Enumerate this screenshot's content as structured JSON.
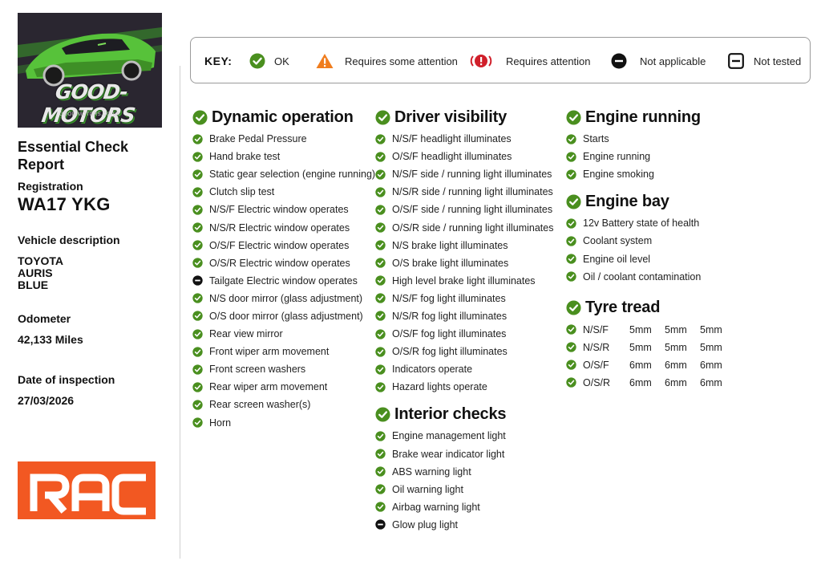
{
  "brand": {
    "logo_text": "GOOD-MOTORS",
    "logo_subtext": "GOOD-MOTORS.CO.UK",
    "rac_logo_text": "RAC",
    "accent_green": "#4a8f1f",
    "rac_orange": "#f25822"
  },
  "report": {
    "title": "Essential Check Report",
    "registration_label": "Registration",
    "registration": "WA17 YKG",
    "vehicle_label": "Vehicle description",
    "vehicle_lines": [
      "TOYOTA",
      "AURIS",
      "BLUE"
    ],
    "odometer_label": "Odometer",
    "odometer": "42,133 Miles",
    "date_label": "Date of inspection",
    "date": "27/03/2026"
  },
  "key": {
    "title": "KEY:",
    "items": [
      {
        "icon": "check-circle-icon",
        "label": "OK"
      },
      {
        "icon": "warning-triangle-icon",
        "label": "Requires some attention"
      },
      {
        "icon": "alert-circle-icon",
        "label": "Requires attention"
      },
      {
        "icon": "minus-circle-icon",
        "label": "Not applicable"
      },
      {
        "icon": "minus-square-icon",
        "label": "Not tested"
      }
    ]
  },
  "sections": {
    "dynamic": {
      "title": "Dynamic operation",
      "items": [
        {
          "label": "Brake Pedal Pressure",
          "status": "ok"
        },
        {
          "label": "Hand brake test",
          "status": "ok"
        },
        {
          "label": "Static gear selection (engine running)",
          "status": "ok"
        },
        {
          "label": "Clutch slip test",
          "status": "ok"
        },
        {
          "label": "N/S/F Electric window operates",
          "status": "ok"
        },
        {
          "label": "N/S/R Electric window operates",
          "status": "ok"
        },
        {
          "label": "O/S/F Electric window operates",
          "status": "ok"
        },
        {
          "label": "O/S/R Electric window operates",
          "status": "ok"
        },
        {
          "label": "Tailgate Electric window operates",
          "status": "na"
        },
        {
          "label": "N/S door mirror (glass adjustment)",
          "status": "ok"
        },
        {
          "label": "O/S door mirror (glass adjustment)",
          "status": "ok"
        },
        {
          "label": "Rear view mirror",
          "status": "ok"
        },
        {
          "label": "Front wiper arm movement",
          "status": "ok"
        },
        {
          "label": "Front screen washers",
          "status": "ok"
        },
        {
          "label": "Rear wiper arm movement",
          "status": "ok"
        },
        {
          "label": "Rear screen washer(s)",
          "status": "ok"
        },
        {
          "label": "Horn",
          "status": "ok"
        }
      ]
    },
    "visibility": {
      "title": "Driver visibility",
      "items": [
        {
          "label": "N/S/F headlight illuminates",
          "status": "ok"
        },
        {
          "label": "O/S/F headlight illuminates",
          "status": "ok"
        },
        {
          "label": "N/S/F side / running light illuminates",
          "status": "ok"
        },
        {
          "label": "N/S/R side / running light illuminates",
          "status": "ok"
        },
        {
          "label": "O/S/F side / running light illuminates",
          "status": "ok"
        },
        {
          "label": "O/S/R side / running light illuminates",
          "status": "ok"
        },
        {
          "label": "N/S brake light illuminates",
          "status": "ok"
        },
        {
          "label": "O/S brake light illuminates",
          "status": "ok"
        },
        {
          "label": "High level brake light illuminates",
          "status": "ok"
        },
        {
          "label": "N/S/F fog light illuminates",
          "status": "ok"
        },
        {
          "label": "N/S/R fog light illuminates",
          "status": "ok"
        },
        {
          "label": "O/S/F fog light illuminates",
          "status": "ok"
        },
        {
          "label": "O/S/R fog light illuminates",
          "status": "ok"
        },
        {
          "label": "Indicators operate",
          "status": "ok"
        },
        {
          "label": "Hazard lights operate",
          "status": "ok"
        }
      ]
    },
    "interior": {
      "title": "Interior checks",
      "items": [
        {
          "label": "Engine management light",
          "status": "ok"
        },
        {
          "label": "Brake wear indicator light",
          "status": "ok"
        },
        {
          "label": "ABS warning light",
          "status": "ok"
        },
        {
          "label": "Oil warning light",
          "status": "ok"
        },
        {
          "label": "Airbag warning light",
          "status": "ok"
        },
        {
          "label": "Glow plug light",
          "status": "na"
        }
      ]
    },
    "engine_running": {
      "title": "Engine running",
      "items": [
        {
          "label": "Starts",
          "status": "ok"
        },
        {
          "label": "Engine running",
          "status": "ok"
        },
        {
          "label": "Engine smoking",
          "status": "ok"
        }
      ]
    },
    "engine_bay": {
      "title": "Engine bay",
      "items": [
        {
          "label": "12v Battery state of health",
          "status": "ok"
        },
        {
          "label": "Coolant system",
          "status": "ok"
        },
        {
          "label": "Engine oil level",
          "status": "ok"
        },
        {
          "label": "Oil / coolant contamination",
          "status": "ok"
        }
      ]
    },
    "tyre": {
      "title": "Tyre tread",
      "rows": [
        {
          "position": "N/S/F",
          "depths": [
            "5mm",
            "5mm",
            "5mm"
          ],
          "status": "ok"
        },
        {
          "position": "N/S/R",
          "depths": [
            "5mm",
            "5mm",
            "5mm"
          ],
          "status": "ok"
        },
        {
          "position": "O/S/F",
          "depths": [
            "6mm",
            "6mm",
            "6mm"
          ],
          "status": "ok"
        },
        {
          "position": "O/S/R",
          "depths": [
            "6mm",
            "6mm",
            "6mm"
          ],
          "status": "ok"
        }
      ]
    }
  }
}
